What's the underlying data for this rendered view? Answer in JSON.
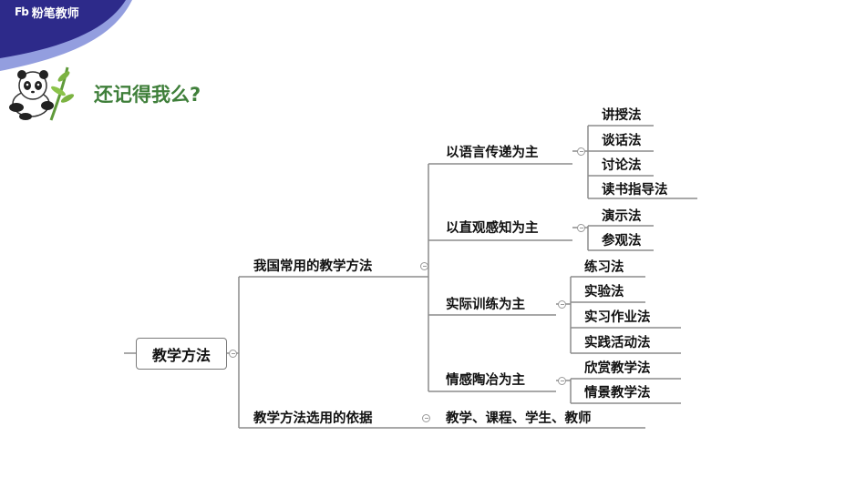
{
  "brand": {
    "name": "粉笔教师",
    "mark": "Fb"
  },
  "heading": "还记得我么?",
  "colors": {
    "brand_dark": "#2d2a8a",
    "brand_mid": "#3b4fc4",
    "accent_green": "#3f7f3a",
    "line": "#8c8c8c"
  },
  "mindmap": {
    "root": "教学方法",
    "branches": [
      {
        "label": "我国常用的教学方法",
        "children": [
          {
            "label": "以语言传递为主",
            "leaves": [
              "讲授法",
              "谈话法",
              "讨论法",
              "读书指导法"
            ]
          },
          {
            "label": "以直观感知为主",
            "leaves": [
              "演示法",
              "参观法"
            ]
          },
          {
            "label": "实际训练为主",
            "leaves": [
              "练习法",
              "实验法",
              "实习作业法",
              "实践活动法"
            ]
          },
          {
            "label": "情感陶冶为主",
            "leaves": [
              "欣赏教学法",
              "情景教学法"
            ]
          }
        ]
      },
      {
        "label": "教学方法选用的依据",
        "value": "教学、课程、学生、教师"
      }
    ]
  }
}
